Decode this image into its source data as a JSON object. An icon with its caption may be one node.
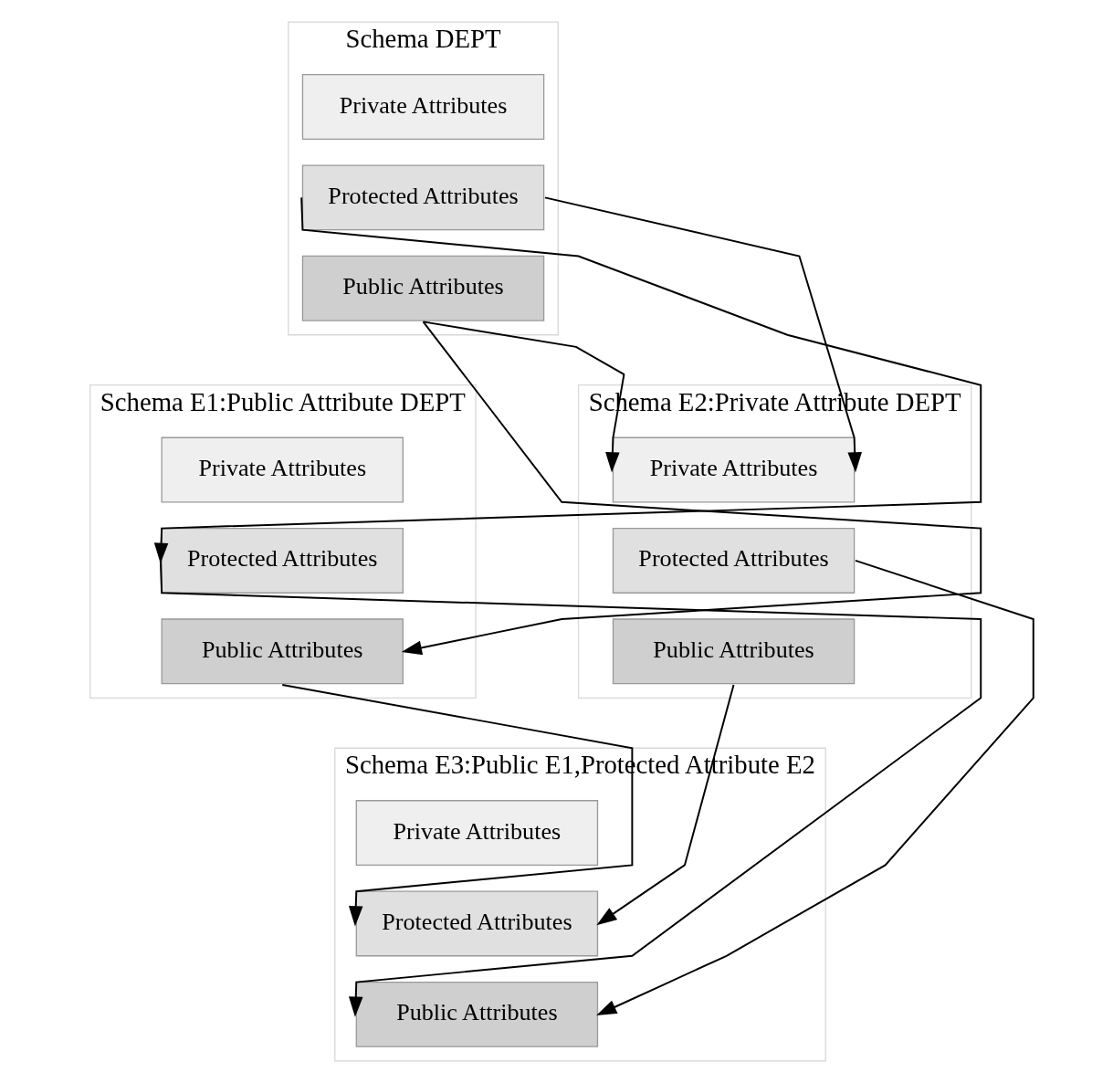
{
  "diagram": {
    "nodes": [
      {
        "text": [
          "Schema DEPT"
        ]
      },
      {
        "text": [
          "Private Attributes"
        ],
        "in": 0
      },
      {
        "text": [
          "Protected Attributes"
        ],
        "in": 0
      },
      {
        "text": [
          "Public Attributes"
        ],
        "in": 0
      },
      {
        "text": [
          "Schema E1:Public Attribute DEPT"
        ]
      },
      {
        "text": [
          "Private Attributes"
        ],
        "in": 4
      },
      {
        "text": [
          "Protected Attributes"
        ],
        "in": 4
      },
      {
        "text": [
          "Public Attributes"
        ],
        "in": 4
      },
      {
        "text": [
          "Schema E2:Private Attribute DEPT"
        ]
      },
      {
        "text": [
          "Private Attributes"
        ],
        "in": 8
      },
      {
        "text": [
          "Protected Attributes"
        ],
        "in": 8
      },
      {
        "text": [
          "Public Attributes"
        ],
        "in": 8
      },
      {
        "text": [
          "Schema E3:Public E1,Protected Attribute E2"
        ]
      },
      {
        "text": [
          "Private Attributes"
        ],
        "in": 12
      },
      {
        "text": [
          "Protected Attributes"
        ],
        "in": 12
      },
      {
        "text": [
          "Public Attributes"
        ],
        "in": 12
      }
    ],
    "edges": [
      {
        "from": 2,
        "to": 6,
        "arrow": "to"
      },
      {
        "from": 2,
        "to": 9,
        "arrow": "to"
      },
      {
        "from": 3,
        "to": 9,
        "arrow": "to"
      },
      {
        "from": 3,
        "to": 7,
        "arrow": "to"
      },
      {
        "from": 7,
        "to": 14,
        "arrow": "to"
      },
      {
        "from": 6,
        "to": 15,
        "arrow": "to"
      },
      {
        "from": 11,
        "to": 14,
        "arrow": "to"
      },
      {
        "from": 10,
        "to": 15,
        "arrow": "to"
      }
    ]
  }
}
